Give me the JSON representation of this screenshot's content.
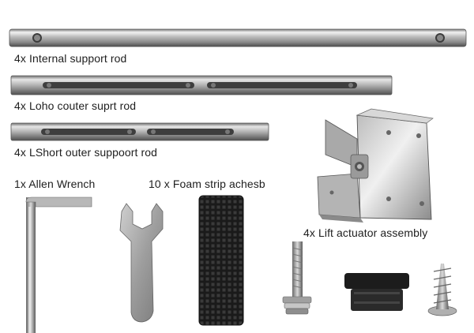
{
  "parts": {
    "internal_rod": {
      "label": "4x Internal support rod"
    },
    "long_outer_rod": {
      "label": "4x Loho couter suprt rod"
    },
    "short_outer_rod": {
      "label": "4x LShort outer suppoort rod"
    },
    "allen_wrench": {
      "label": "1x Allen Wrench"
    },
    "foam_strip": {
      "label": "10 x Foam strip achesb"
    },
    "lift_actuator": {
      "label": "4x Lift actuator assembly"
    }
  },
  "colors": {
    "metal_light": "#e8e8e8",
    "metal_mid": "#a8a8a8",
    "metal_dark": "#5a5a5a",
    "foam": "#1a1a1a",
    "text": "#1e1e1e"
  }
}
